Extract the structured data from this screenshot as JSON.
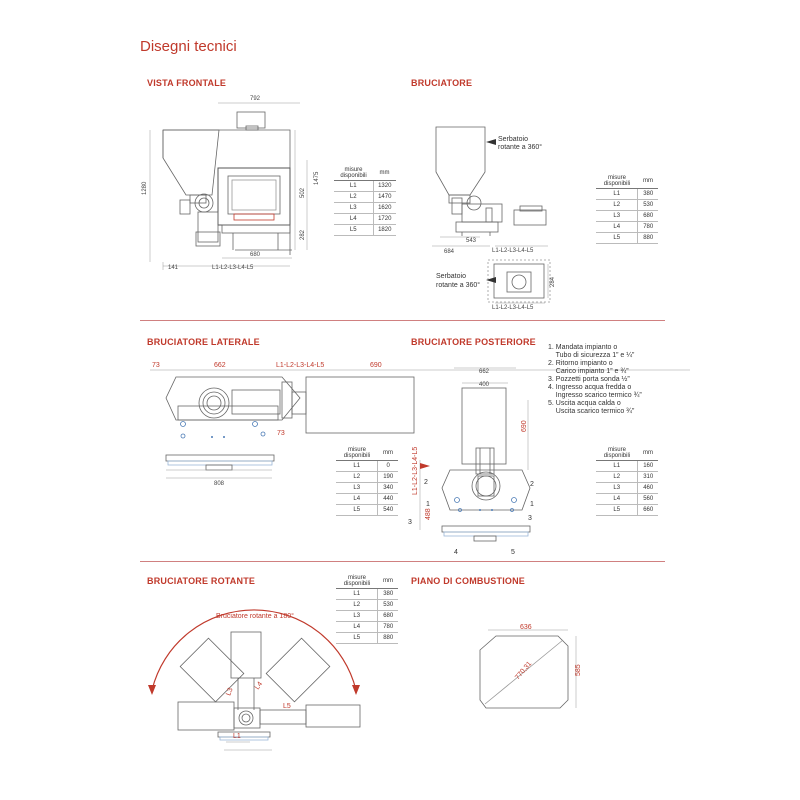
{
  "page_title": "Disegni tecnici",
  "sections": {
    "vista_frontale": "VISTA FRONTALE",
    "bruciatore": "BRUCIATORE",
    "bruciatore_laterale": "BRUCIATORE LATERALE",
    "bruciatore_posteriore": "BRUCIATORE POSTERIORE",
    "bruciatore_rotante": "BRUCIATORE ROTANTE",
    "piano_combustione": "PIANO DI COMBUSTIONE"
  },
  "table_header": {
    "measures": "misure",
    "available": "disponibili",
    "unit": "mm"
  },
  "tables": {
    "frontale": [
      [
        "L1",
        "1320"
      ],
      [
        "L2",
        "1470"
      ],
      [
        "L3",
        "1620"
      ],
      [
        "L4",
        "1720"
      ],
      [
        "L5",
        "1820"
      ]
    ],
    "bruciatore": [
      [
        "L1",
        "380"
      ],
      [
        "L2",
        "530"
      ],
      [
        "L3",
        "680"
      ],
      [
        "L4",
        "780"
      ],
      [
        "L5",
        "880"
      ]
    ],
    "laterale": [
      [
        "L1",
        "0"
      ],
      [
        "L2",
        "190"
      ],
      [
        "L3",
        "340"
      ],
      [
        "L4",
        "440"
      ],
      [
        "L5",
        "540"
      ]
    ],
    "posteriore": [
      [
        "L1",
        "160"
      ],
      [
        "L2",
        "310"
      ],
      [
        "L3",
        "460"
      ],
      [
        "L4",
        "560"
      ],
      [
        "L5",
        "660"
      ]
    ],
    "rotante": [
      [
        "L1",
        "380"
      ],
      [
        "L2",
        "530"
      ],
      [
        "L3",
        "680"
      ],
      [
        "L4",
        "780"
      ],
      [
        "L5",
        "880"
      ]
    ]
  },
  "frontale_dims": {
    "top_width": "792",
    "height_left": "1280",
    "height_right": "1475",
    "mid": "502",
    "low": "282",
    "bottom_width": "680",
    "left_offset": "141",
    "series": "L1-L2-L3-L4-L5"
  },
  "bruciatore_dims": {
    "serbatoio": [
      "Serbatoio",
      "rotante a 360°"
    ],
    "d543": "543",
    "d684": "684",
    "series": "L1-L2-L3-L4-L5",
    "d284": "284",
    "serbatoio2": [
      "Serbatoio",
      "rotante a 360°"
    ]
  },
  "laterale_dims": {
    "d73": "73",
    "d662": "662",
    "series": "L1-L2-L3-L4-L5",
    "d690": "690",
    "d73b": "73",
    "d808": "808"
  },
  "posteriore_dims": {
    "d662": "662",
    "d400": "400",
    "d690": "690",
    "series": "L1-L2-L3-L4-L5",
    "d488": "488",
    "n1": "1",
    "n2": "2",
    "n3": "3",
    "n4": "4",
    "n5": "5"
  },
  "legend": [
    "1. Mandata impianto o",
    "    Tubo di sicurezza 1” e ¼”",
    "2. Ritorno impianto o",
    "    Carico impianto 1” e ¾”",
    "3. Pozzetti porta sonda ½”",
    "4. Ingresso acqua fredda o",
    "    Ingresso scarico termico ¾”",
    "5. Uscita acqua calda o",
    "    Uscita scarico termico ¾”"
  ],
  "rotante_dims": {
    "caption": "Bruciatore rotante a 180°",
    "l1": "L1",
    "l3": "L3",
    "l4": "L4",
    "l5": "L5"
  },
  "piano_dims": {
    "w": "636",
    "h": "585",
    "diag": "770,31"
  }
}
